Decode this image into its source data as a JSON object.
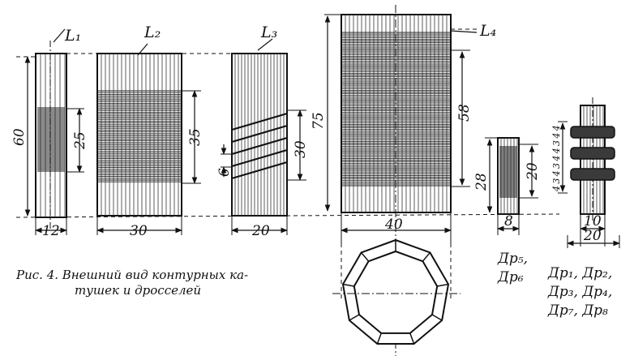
{
  "coils": [
    {
      "id": "L1",
      "label": "L₁",
      "height_dim": "60",
      "width_dim": "12",
      "winding_dim": "25"
    },
    {
      "id": "L2",
      "label": "L₂",
      "winding_dim": "35",
      "width_dim": "30"
    },
    {
      "id": "L3",
      "label": "L₃",
      "winding_dim": "30",
      "pitch_dim": "6",
      "width_dim": "20"
    },
    {
      "id": "L4",
      "label": "L₄",
      "height_dim": "75",
      "winding_dim": "58",
      "width_dim": "40"
    }
  ],
  "chokes": [
    {
      "id": "dr56",
      "height_dim": "28",
      "winding_dim": "20",
      "width_dim": "8",
      "legend": [
        "Др₅,",
        "Др₆"
      ]
    },
    {
      "id": "dr1234",
      "section_dims": [
        "4",
        "3",
        "4",
        "3",
        "4",
        "4",
        "3",
        "4",
        "4"
      ],
      "inner_dim": "10",
      "outer_dim": "20",
      "legend": [
        "Др₁, Др₂,",
        "Др₃, Др₄,",
        "Др₇, Др₈"
      ]
    }
  ],
  "caption": [
    "Рис. 4. Внешний вид контурных ка-",
    "тушек и дросселей"
  ],
  "colors": {
    "ink": "#111111",
    "paper": "#ffffff"
  }
}
